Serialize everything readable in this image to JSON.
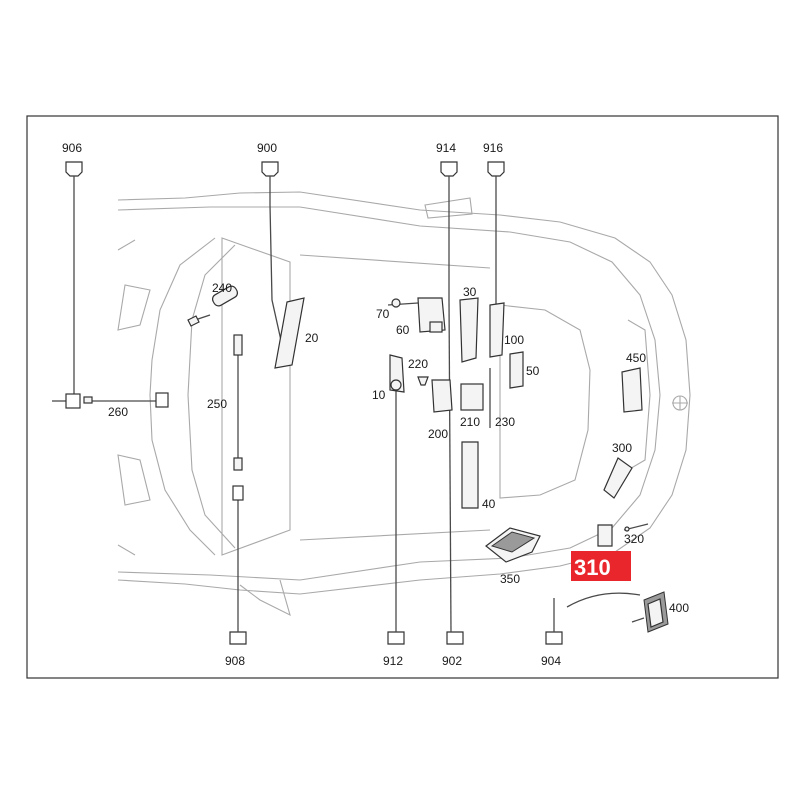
{
  "connectors_top": [
    "906",
    "900",
    "914",
    "916"
  ],
  "connectors_bottom": [
    "908",
    "912",
    "902",
    "904"
  ],
  "parts": {
    "p10": "10",
    "p20": "20",
    "p30": "30",
    "p40": "40",
    "p50": "50",
    "p60": "60",
    "p70": "70",
    "p100": "100",
    "p200": "200",
    "p210": "210",
    "p220": "220",
    "p230": "230",
    "p240": "240",
    "p250": "250",
    "p260": "260",
    "p300": "300",
    "p320": "320",
    "p350": "350",
    "p400": "400",
    "p450": "450"
  },
  "highlight": {
    "label": "310",
    "color": "#e8262b"
  },
  "colors": {
    "line": "#4a4a4a",
    "car_outline": "#a9a9a9",
    "frame": "#333333"
  }
}
